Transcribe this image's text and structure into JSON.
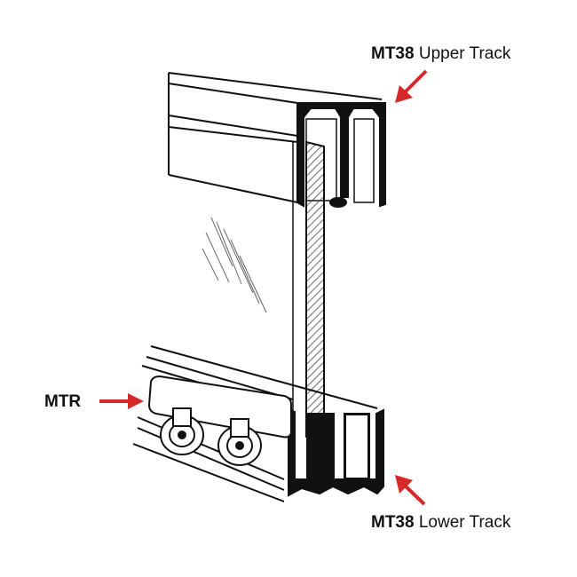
{
  "labels": {
    "upper": {
      "code": "MT38",
      "name": "Upper Track"
    },
    "lower": {
      "code": "MT38",
      "name": "Lower Track"
    },
    "roller": {
      "code": "MTR"
    }
  },
  "colors": {
    "arrow": "#d42a2a",
    "ink": "#111111",
    "hatch": "#444444"
  }
}
